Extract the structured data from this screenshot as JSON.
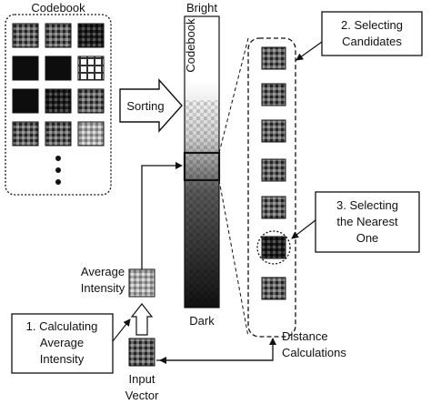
{
  "labels": {
    "codebook": "Codebook",
    "bright": "Bright",
    "dark": "Dark",
    "codebook_vertical": "Codebook",
    "sorting": "Sorting",
    "step2_line1": "2. Selecting",
    "step2_line2": "Candidates",
    "step3_line1": "3. Selecting",
    "step3_line2": "the Nearest",
    "step3_line3": "One",
    "step1_line1": "1. Calculating",
    "step1_line2": "Average",
    "step1_line3": "Intensity",
    "avg_line1": "Average",
    "avg_line2": "Intensity",
    "input_line1": "Input",
    "input_line2": "Vector",
    "dist_line1": "Distance",
    "dist_line2": "Calculations"
  },
  "colors": {
    "ink": "#111111",
    "background": "#ffffff"
  }
}
